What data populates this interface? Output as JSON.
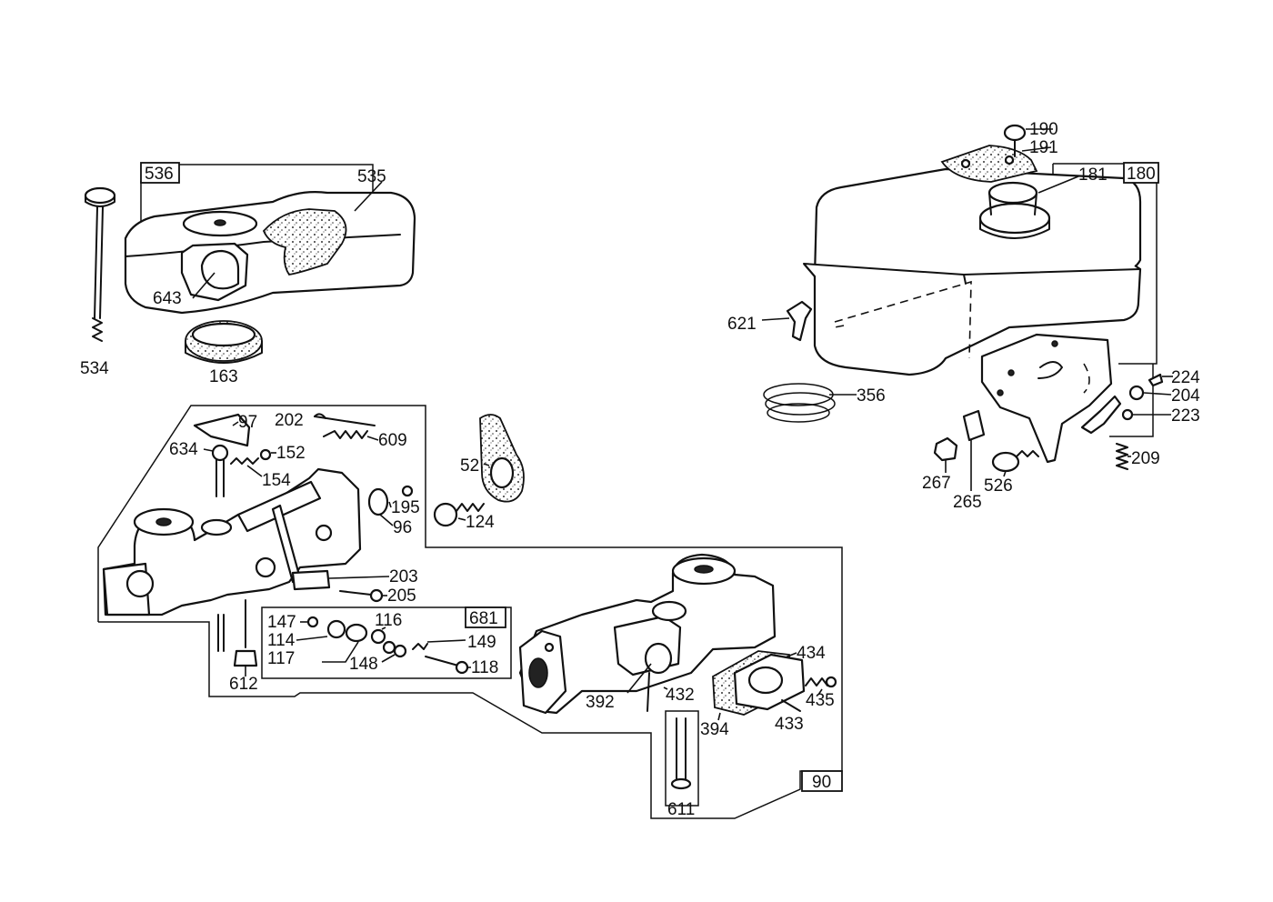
{
  "diagram": {
    "labels": {
      "p536": "536",
      "p535": "535",
      "p643": "643",
      "p534": "534",
      "p163": "163",
      "p190": "190",
      "p191": "191",
      "p181": "181",
      "p180": "180",
      "p621": "621",
      "p356": "356",
      "p224": "224",
      "p204": "204",
      "p223": "223",
      "p209": "209",
      "p267": "267",
      "p265": "265",
      "p526": "526",
      "p97": "97",
      "p202": "202",
      "p634": "634",
      "p152": "152",
      "p609": "609",
      "p154": "154",
      "p52": "52",
      "p195": "195",
      "p96": "96",
      "p124": "124",
      "p203": "203",
      "p205": "205",
      "p147": "147",
      "p114": "114",
      "p116": "116",
      "p681": "681",
      "p149": "149",
      "p117": "117",
      "p148": "148",
      "p118": "118",
      "p612": "612",
      "p434": "434",
      "p392": "392",
      "p432": "432",
      "p435": "435",
      "p394": "394",
      "p433": "433",
      "p611": "611",
      "p90": "90"
    }
  }
}
